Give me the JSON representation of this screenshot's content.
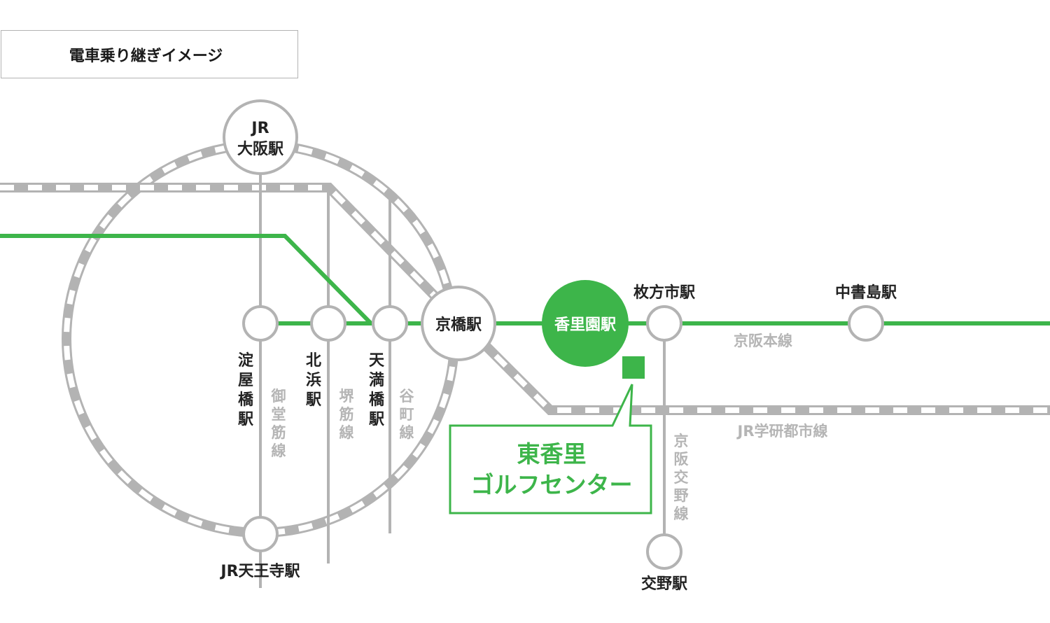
{
  "title": "電車乗り継ぎイメージ",
  "colors": {
    "accent_green": "#3db54a",
    "gray_line": "#b3b3b3",
    "gray_text": "#b5b5b5",
    "text": "#222222"
  },
  "stations": {
    "jr_osaka": [
      "JR",
      "大阪駅"
    ],
    "yodoyabashi": "淀屋橋駅",
    "kitahama": "北浜駅",
    "tenmabashi": "天満橋駅",
    "kyobashi": "京橋駅",
    "korien": "香里園駅",
    "hirakatashi": "枚方市駅",
    "nakanoshima": "中書島駅",
    "jr_tennoji": "JR天王寺駅",
    "katano": "交野駅"
  },
  "lines": {
    "midosuji": "御堂筋線",
    "sakaisuji": "堺筋線",
    "tanimachi": "谷町線",
    "keihan_main": "京阪本線",
    "jr_gakkentoshi": "JR学研都市線",
    "keihan_katano": "京阪交野線"
  },
  "destination": {
    "name_line1": "東香里",
    "name_line2": "ゴルフセンター",
    "marker": "green-square"
  }
}
